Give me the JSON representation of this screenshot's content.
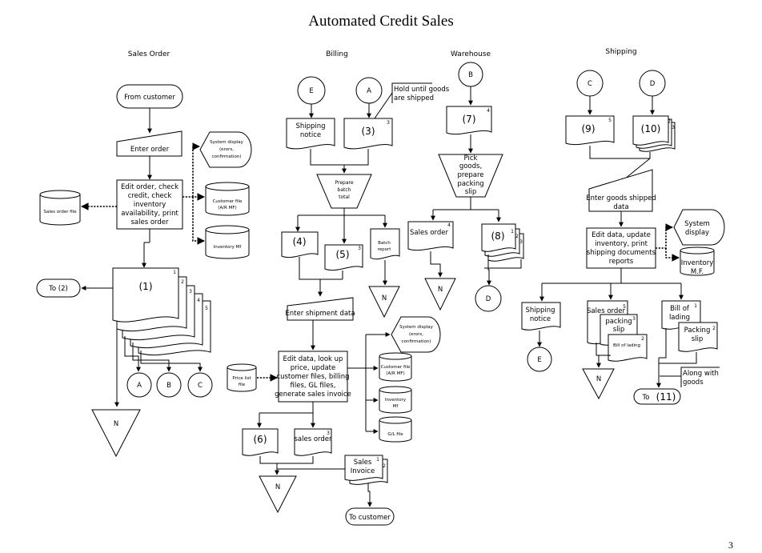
{
  "title": "Automated Credit Sales",
  "page_number": "3",
  "columns": {
    "sales_order": "Sales Order",
    "billing": "Billing",
    "warehouse": "Warehouse",
    "shipping": "Shipping"
  },
  "sales_order": {
    "from_customer": "From customer",
    "enter_order": "Enter order",
    "system_display": [
      "System display",
      "(erors,",
      "confirmation)"
    ],
    "edit_order": [
      "Edit order, check",
      "credit, check",
      "inventory",
      "availability, print",
      "sales order"
    ],
    "sales_order_file": "Sales order file",
    "customer_file": [
      "Customer file",
      "(A/R MF)"
    ],
    "inventory_mf": "Inventory Mf",
    "to_2": "To (2)",
    "doc1": "(1)",
    "copies": [
      "1",
      "2",
      "3",
      "4",
      "5"
    ],
    "connectors": [
      "A",
      "B",
      "C"
    ],
    "file_n": "N"
  },
  "billing": {
    "conn_e": "E",
    "conn_a": "A",
    "hold_note": [
      "Hold until goods",
      "are shipped"
    ],
    "shipping_notice": [
      "Shipping",
      "notice"
    ],
    "doc3": "(3)",
    "doc3_copy": "3",
    "prepare_batch": [
      "Prepare",
      "batch",
      "total"
    ],
    "doc4": "(4)",
    "doc5": "(5)",
    "doc5_copy": "3",
    "batch_report": [
      "Batch",
      "report"
    ],
    "file_n": "N",
    "enter_shipment": "Enter shipment data",
    "edit_data": [
      "Edit data, look up",
      "price, update",
      "customer files, billing",
      "files, GL files,",
      "generate sales invoice"
    ],
    "price_list": [
      "Price list",
      "file"
    ],
    "system_display": [
      "System display",
      "(erors,",
      "confirmation)"
    ],
    "customer_file": [
      "Customer file",
      "(A/R MF)"
    ],
    "inventory_mf": [
      "Inventory",
      "Mf"
    ],
    "gl_file": "G/L file",
    "doc6": "(6)",
    "sales_order": "sales order",
    "sales_order_copy": "3",
    "file_n2": "N",
    "sales_invoice": [
      "Sales",
      "Invoice"
    ],
    "invoice_copies": [
      "1",
      "2"
    ],
    "to_customer": "To customer"
  },
  "warehouse": {
    "conn_b": "B",
    "doc7": "(7)",
    "doc7_copy": "4",
    "pick_goods": [
      "Pick",
      "goods,",
      "prepare",
      "packing",
      "slip"
    ],
    "sales_order": "Sales order",
    "sales_order_copy": "4",
    "doc8": "(8)",
    "doc8_copies": [
      "1",
      "2",
      "3"
    ],
    "file_n": "N",
    "conn_d": "D"
  },
  "shipping": {
    "conn_c": "C",
    "conn_d": "D",
    "doc9": "(9)",
    "doc9_copy": "5",
    "doc10": "(10)",
    "doc10_copies": [
      "2",
      "3"
    ],
    "enter_goods": [
      "Enter goods shipped",
      "data"
    ],
    "system_display": [
      "System",
      "display"
    ],
    "edit_data": [
      "Edit data, update",
      "inventory, print",
      "shipping documents",
      "reports"
    ],
    "inventory_mf": [
      "Inventory",
      "M.F."
    ],
    "shipping_notice": [
      "Shipping",
      "notice"
    ],
    "conn_e": "E",
    "sales_order": "Sales order",
    "sales_order_copy": "5",
    "packing_slip": [
      "packing",
      "slip"
    ],
    "packing_slip_copy": "3",
    "bill_of_lading_small": "Bill of lading",
    "bill_of_lading_small_copy": "2",
    "file_n": "N",
    "bill_of_lading": [
      "Bill of",
      "lading"
    ],
    "bill_of_lading_copy": "1",
    "packing_slip2": [
      "Packing",
      "slip"
    ],
    "packing_slip2_copy": "2",
    "along_with": [
      "Along with",
      "goods"
    ],
    "to_11_prefix": "To",
    "to_11": "(11)"
  }
}
